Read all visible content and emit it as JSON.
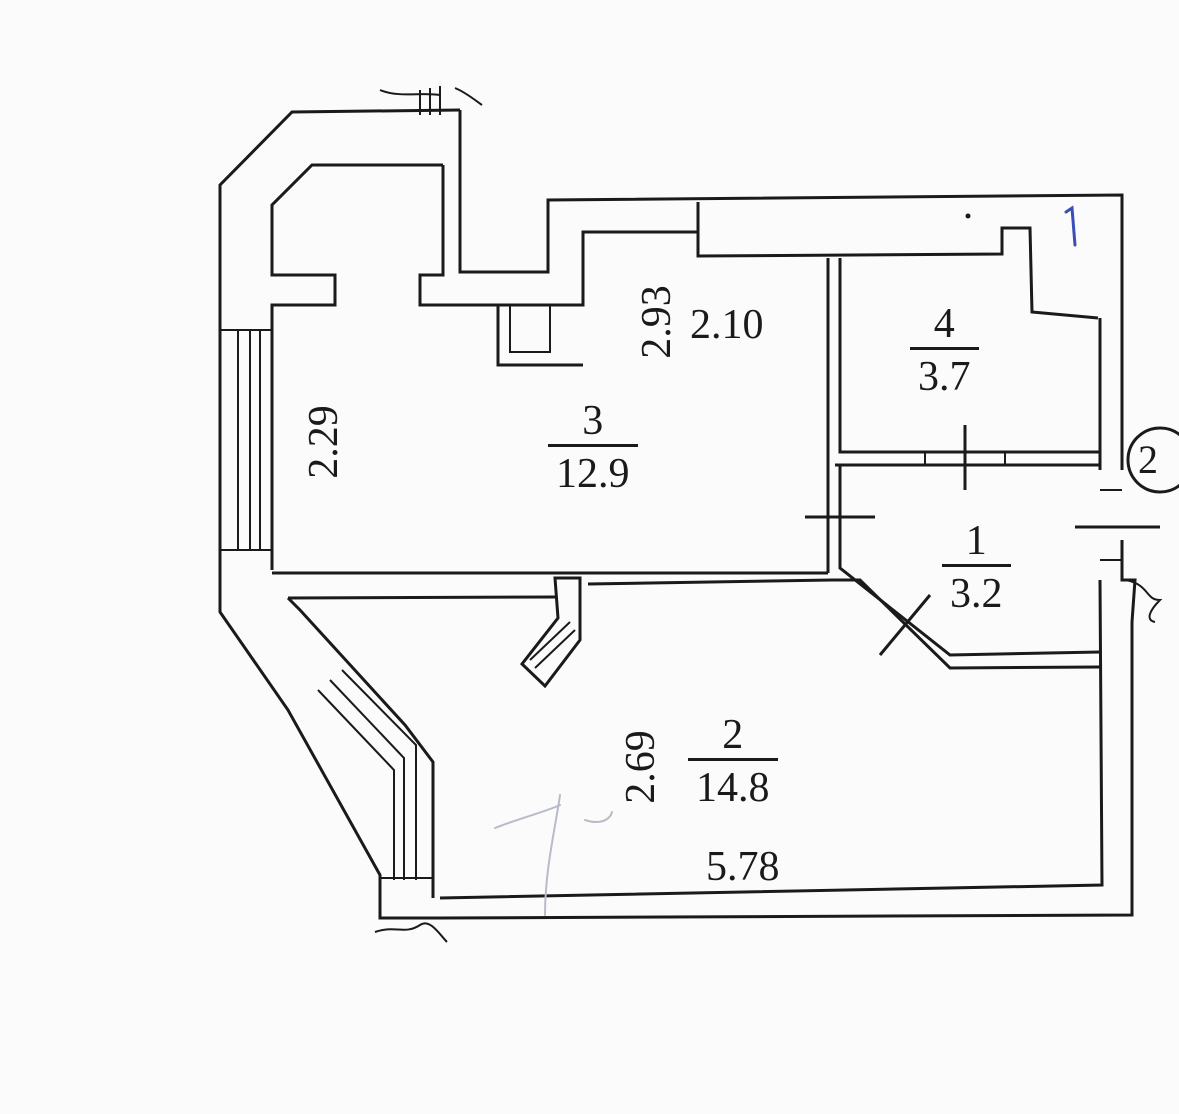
{
  "rooms": [
    {
      "id": "3",
      "number": "3",
      "area": "12.9"
    },
    {
      "id": "4",
      "number": "4",
      "area": "3.7"
    },
    {
      "id": "1",
      "number": "1",
      "area": "3.2"
    },
    {
      "id": "2",
      "number": "2",
      "area": "14.8"
    }
  ],
  "dimensions": {
    "room3_height": "2.93",
    "room3_width": "2.10",
    "room3_side": "2.29",
    "room2_side": "2.69",
    "room2_width": "5.78"
  },
  "marker": {
    "text": "2"
  },
  "colors": {
    "ink": "#1a1a1a",
    "pen": "#3a4db8",
    "paper": "#fbfbfb"
  }
}
